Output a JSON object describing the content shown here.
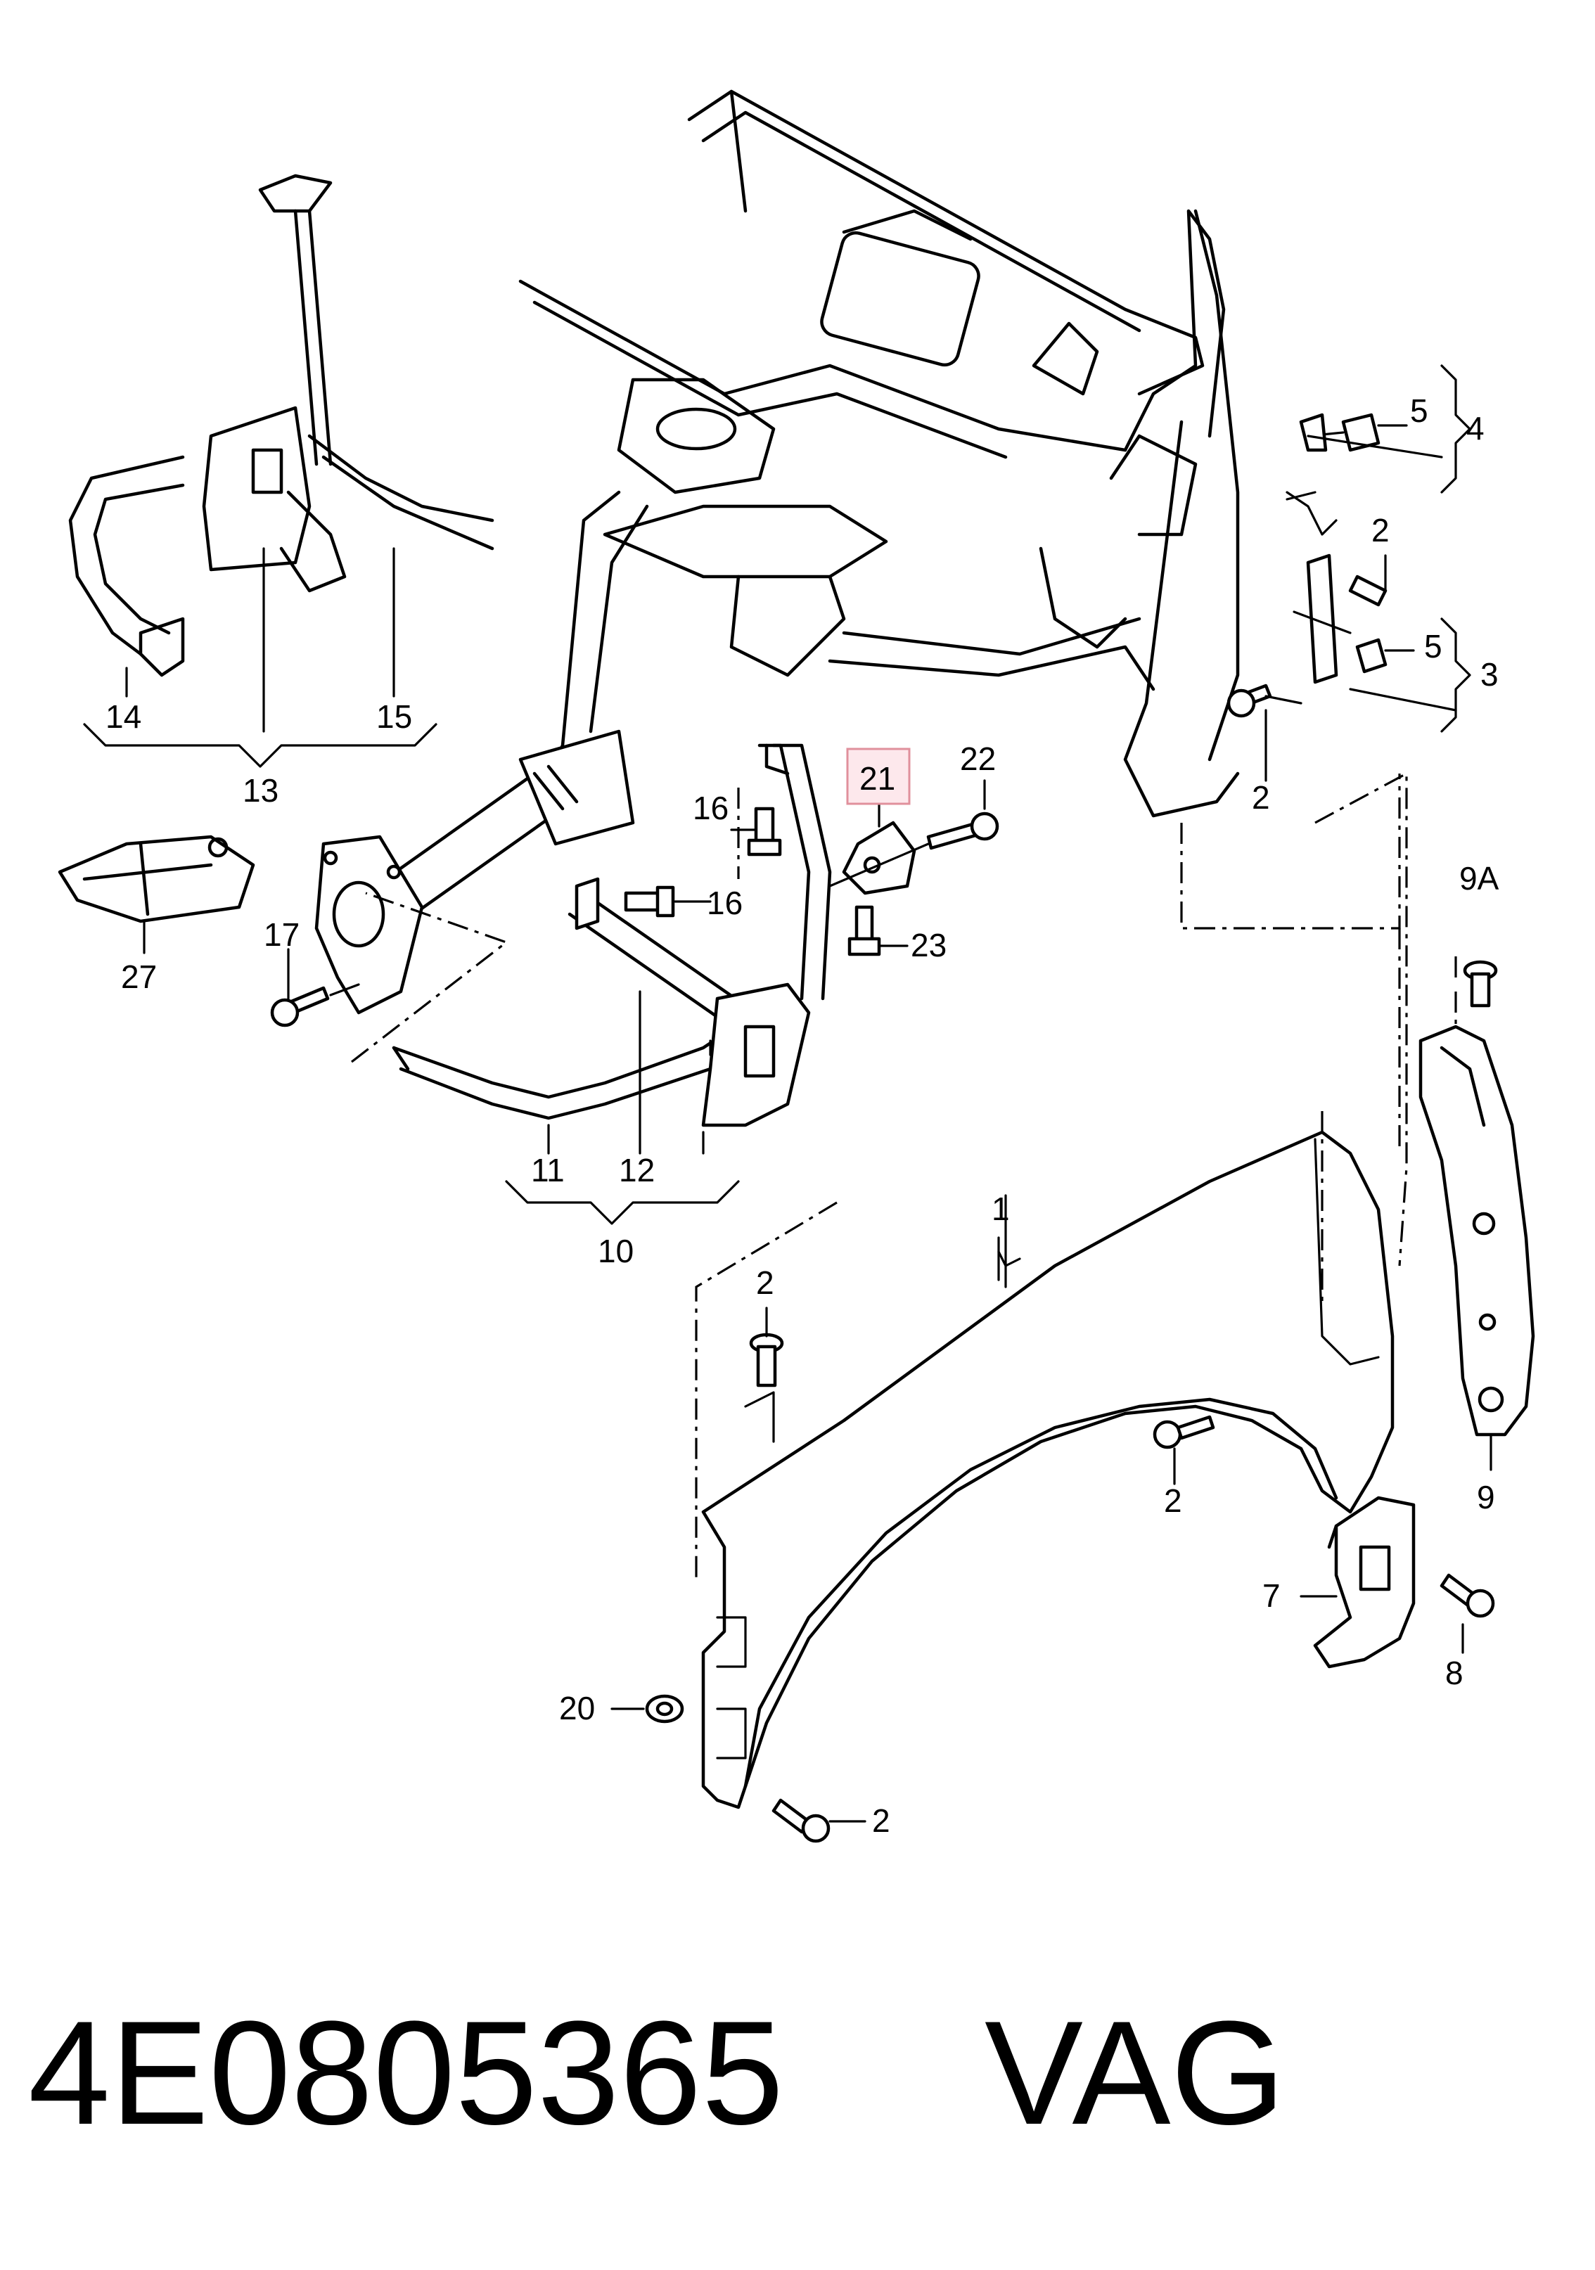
{
  "diagram": {
    "labels": {
      "l1": "1",
      "l2a": "2",
      "l2b": "2",
      "l2c": "2",
      "l2d": "2",
      "l2e": "2",
      "l3": "3",
      "l4": "4",
      "l5a": "5",
      "l5b": "5",
      "l7": "7",
      "l8": "8",
      "l9": "9",
      "l9a": "9A",
      "l10": "10",
      "l11": "11",
      "l12": "12",
      "l13": "13",
      "l14": "14",
      "l15": "15",
      "l16a": "16",
      "l16b": "16",
      "l17": "17",
      "l20": "20",
      "l21": "21",
      "l22": "22",
      "l23": "23",
      "l27": "27"
    },
    "highlighted_label": "21"
  },
  "footer": {
    "part_number": "4E0805365",
    "brand": "VAG"
  }
}
